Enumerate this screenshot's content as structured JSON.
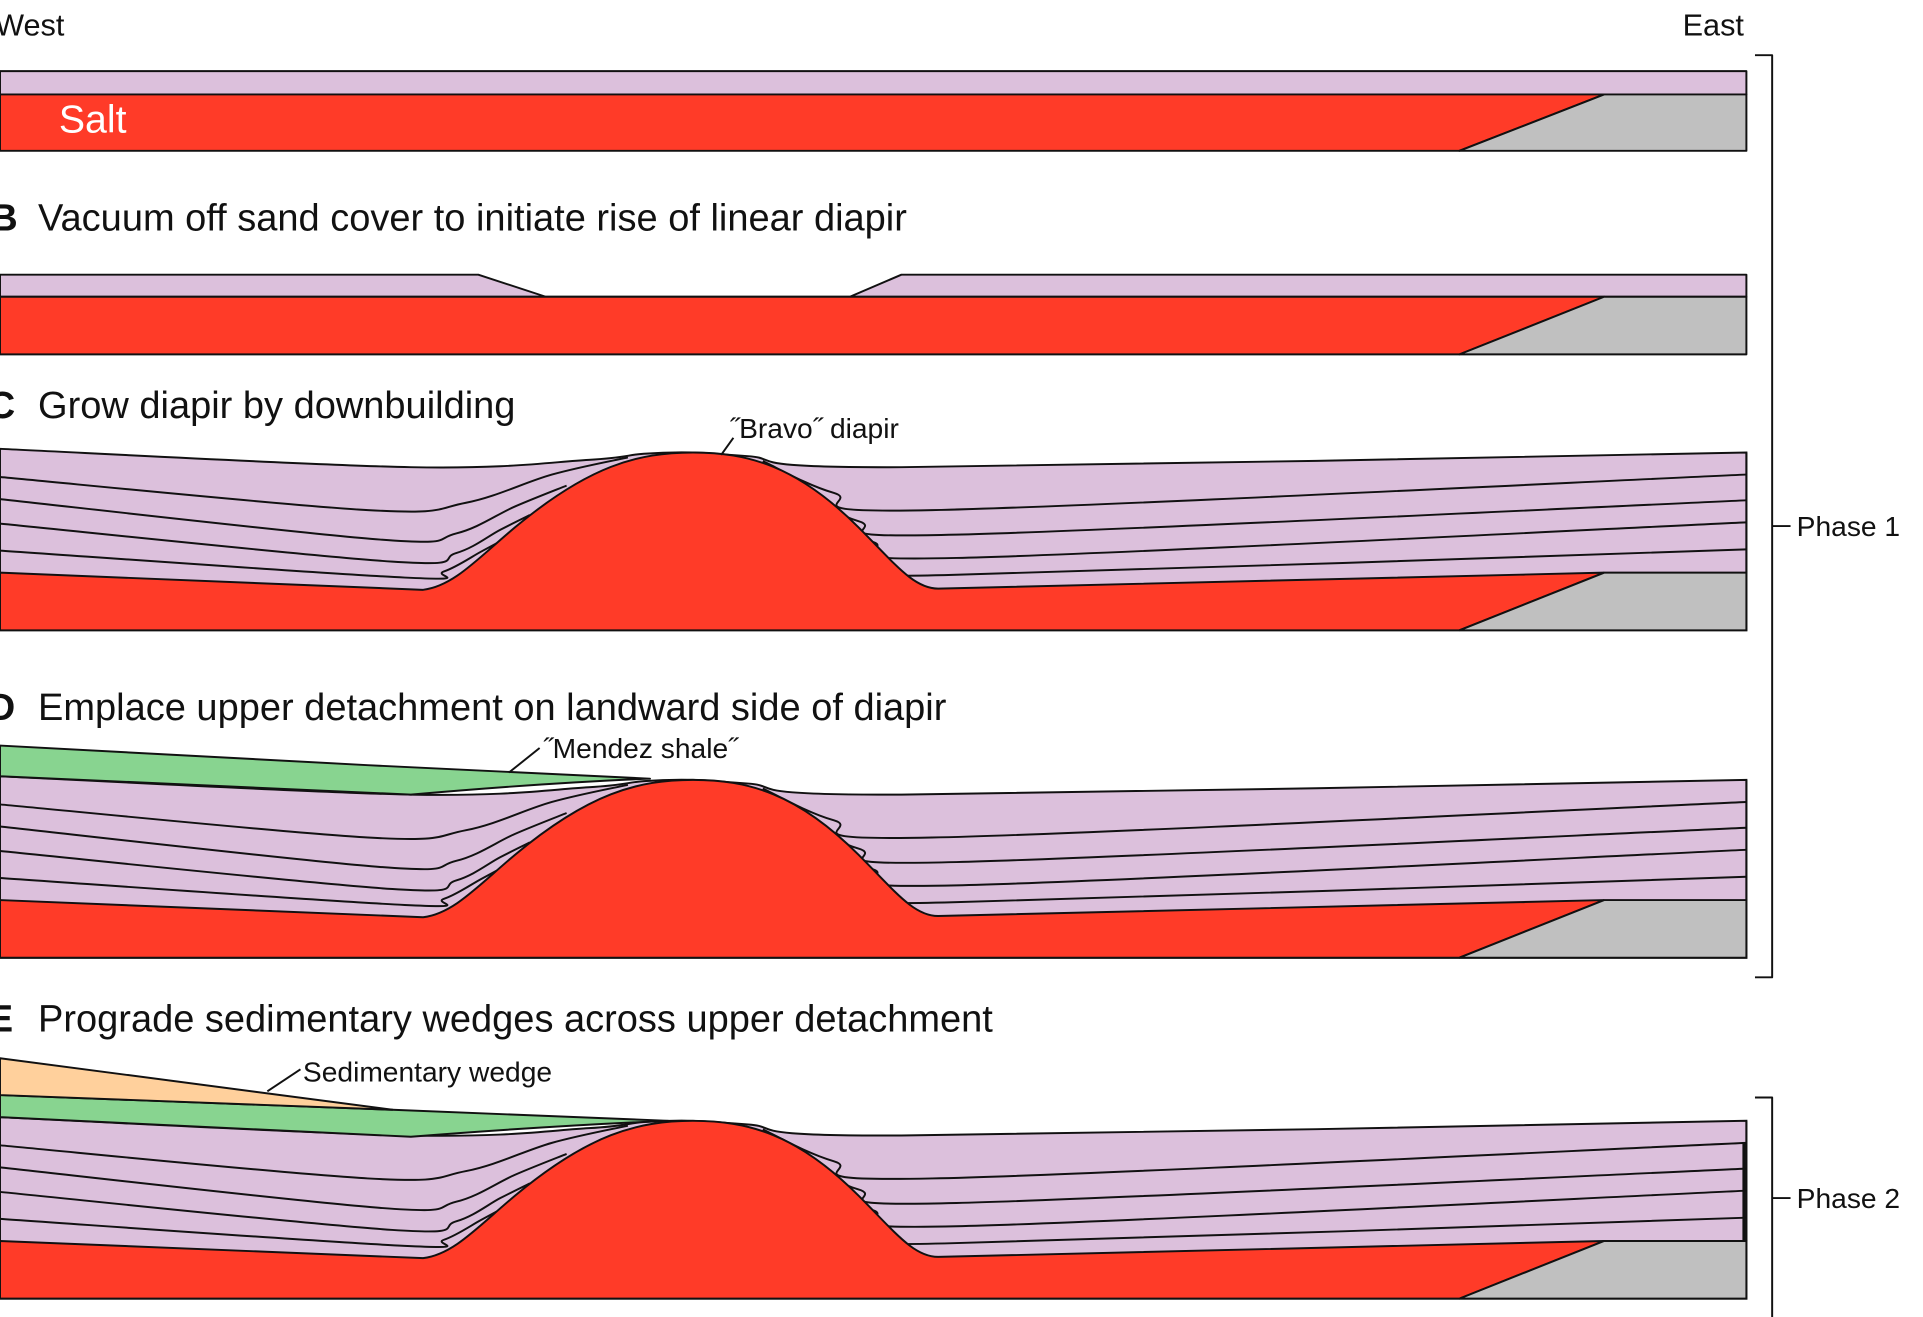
{
  "header": {
    "west": "West",
    "east": "East"
  },
  "panels": [
    {
      "id": "A",
      "label": "Salt"
    },
    {
      "id": "B",
      "letter": "B",
      "title": "Vacuum off sand cover to initiate rise of linear diapir"
    },
    {
      "id": "C",
      "letter": "C",
      "title": "Grow diapir by downbuilding",
      "annotation": "˝Bravo˝ diapir"
    },
    {
      "id": "D",
      "letter": "D",
      "title": "Emplace upper detachment on landward side of diapir",
      "annotation": "˝Mendez shale˝"
    },
    {
      "id": "E",
      "letter": "E",
      "title": "Prograde sedimentary wedges across upper detachment",
      "annotation": "Sedimentary wedge"
    }
  ],
  "phases": [
    {
      "label": "Phase 1"
    },
    {
      "label": "Phase 2"
    }
  ],
  "colors": {
    "salt": "#ff3b28",
    "sediment": "#dcc0dc",
    "basement": "#c0c0c0",
    "shale": "#88d490",
    "wedge": "#ffd09c"
  }
}
